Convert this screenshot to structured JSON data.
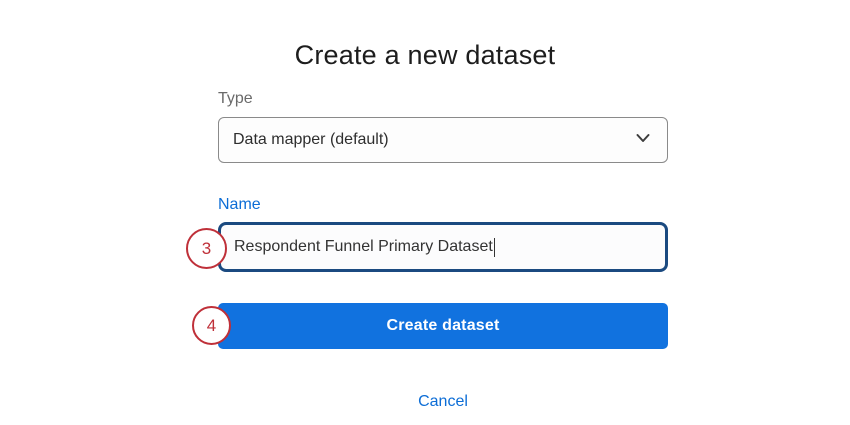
{
  "page": {
    "title": "Create a new dataset"
  },
  "form": {
    "type_field": {
      "label": "Type",
      "value": "Data mapper (default)"
    },
    "name_field": {
      "label": "Name",
      "value": "Respondent Funnel Primary Dataset"
    },
    "create_button_label": "Create dataset",
    "cancel_label": "Cancel"
  },
  "annotations": {
    "step3": "3",
    "step4": "4"
  },
  "icons": {
    "type_dropdown": "chevron-down-icon"
  },
  "colors": {
    "button_blue": "#1172df",
    "link_blue": "#0c6dd6",
    "focus_border_navy": "#1b4a80",
    "annotation_red": "#bf3039",
    "label_gray": "#6a6a6a",
    "text_dark": "#333333",
    "select_border_gray": "#8a8a8a"
  }
}
